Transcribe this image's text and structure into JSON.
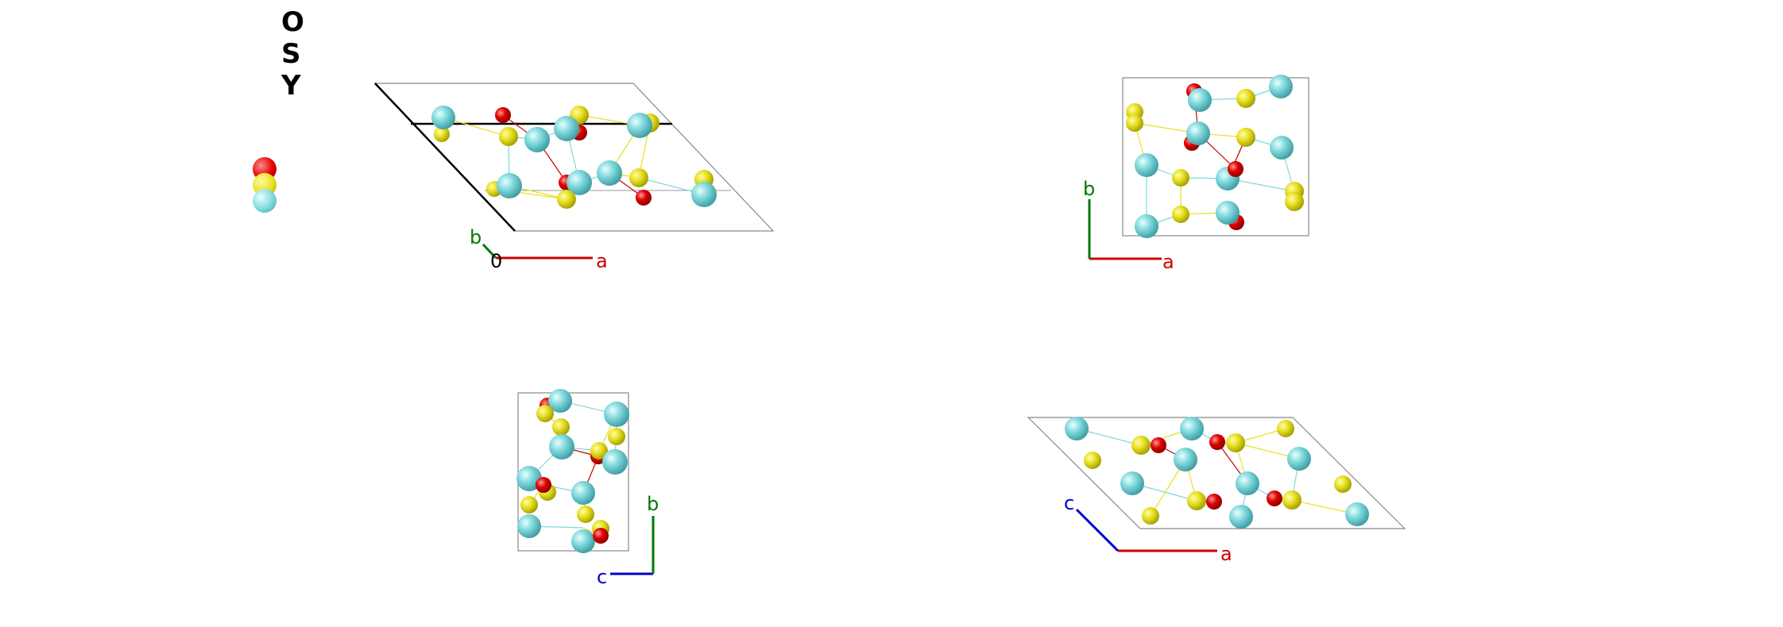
{
  "legend": {
    "elements": [
      {
        "symbol": "O",
        "color": "#e00000"
      },
      {
        "symbol": "S",
        "color": "#e8e020"
      },
      {
        "symbol": "Y",
        "color": "#7fd8dc"
      }
    ]
  },
  "views": [
    {
      "id": "view-1",
      "axes": {
        "a": "a",
        "b": "b",
        "origin": "0"
      }
    },
    {
      "id": "view-2",
      "axes": {
        "a": "a",
        "b": "b"
      }
    },
    {
      "id": "view-3",
      "axes": {
        "b": "b",
        "c": "c"
      }
    },
    {
      "id": "view-4",
      "axes": {
        "a": "a",
        "c": "c"
      }
    }
  ],
  "colors": {
    "O": "#e00000",
    "S": "#e8e020",
    "Y": "#7fd8dc",
    "axis_a": "#cc0000",
    "axis_b": "#007a00",
    "axis_c": "#0000cc"
  }
}
